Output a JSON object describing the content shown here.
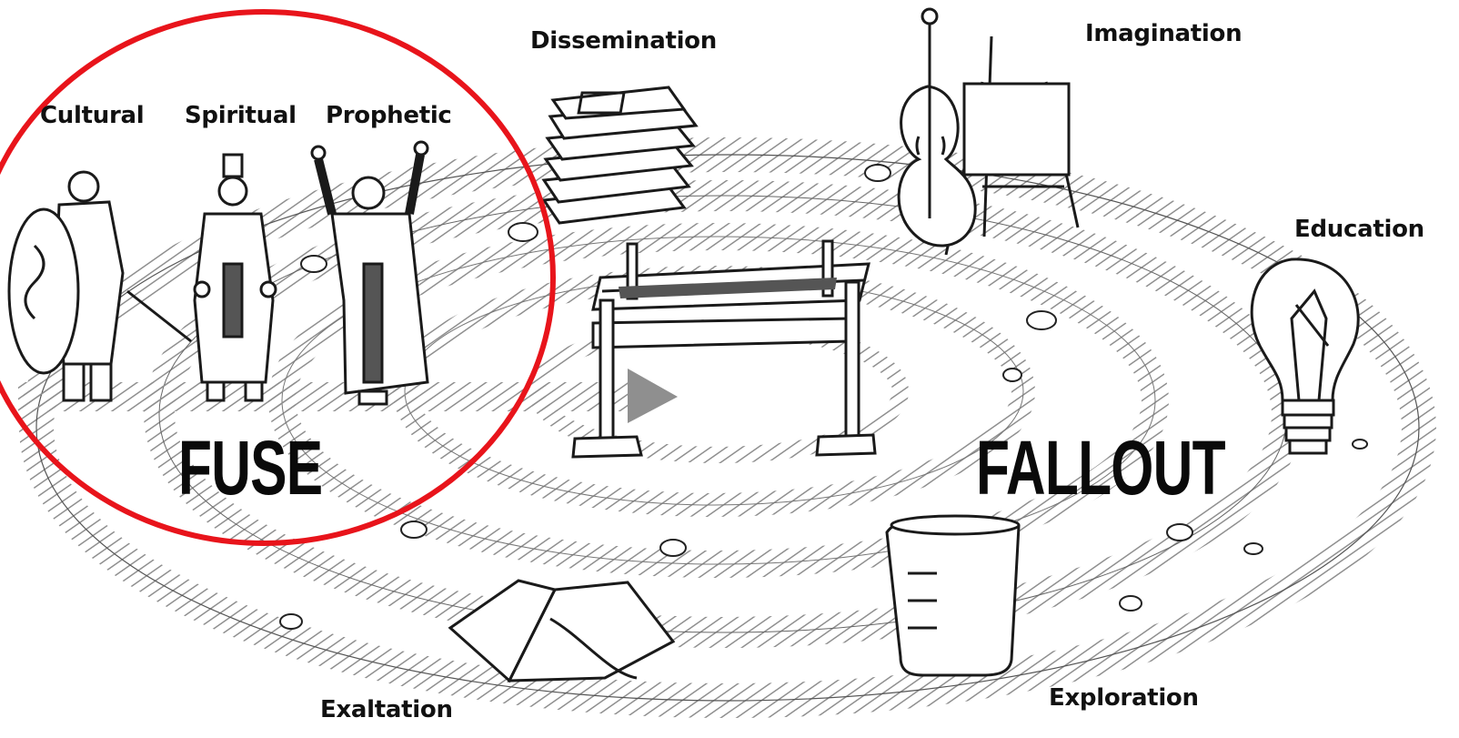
{
  "labels": {
    "cultural": "Cultural",
    "spiritual": "Spiritual",
    "prophetic": "Prophetic",
    "dissemination": "Dissemination",
    "imagination": "Imagination",
    "education": "Education",
    "exploration": "Exploration",
    "exaltation": "Exaltation"
  },
  "headings": {
    "fuse": "FUSE",
    "fallout": "FALLOUT"
  },
  "colors": {
    "ink": "#111111",
    "path": "#9a9a9a",
    "highlight_circle": "#e8141b"
  },
  "icons": [
    "warrior-figure",
    "priest-figure",
    "prophet-figure",
    "books-stack",
    "violin-and-easel",
    "lightbulb",
    "beaker",
    "open-book",
    "central-frame"
  ]
}
